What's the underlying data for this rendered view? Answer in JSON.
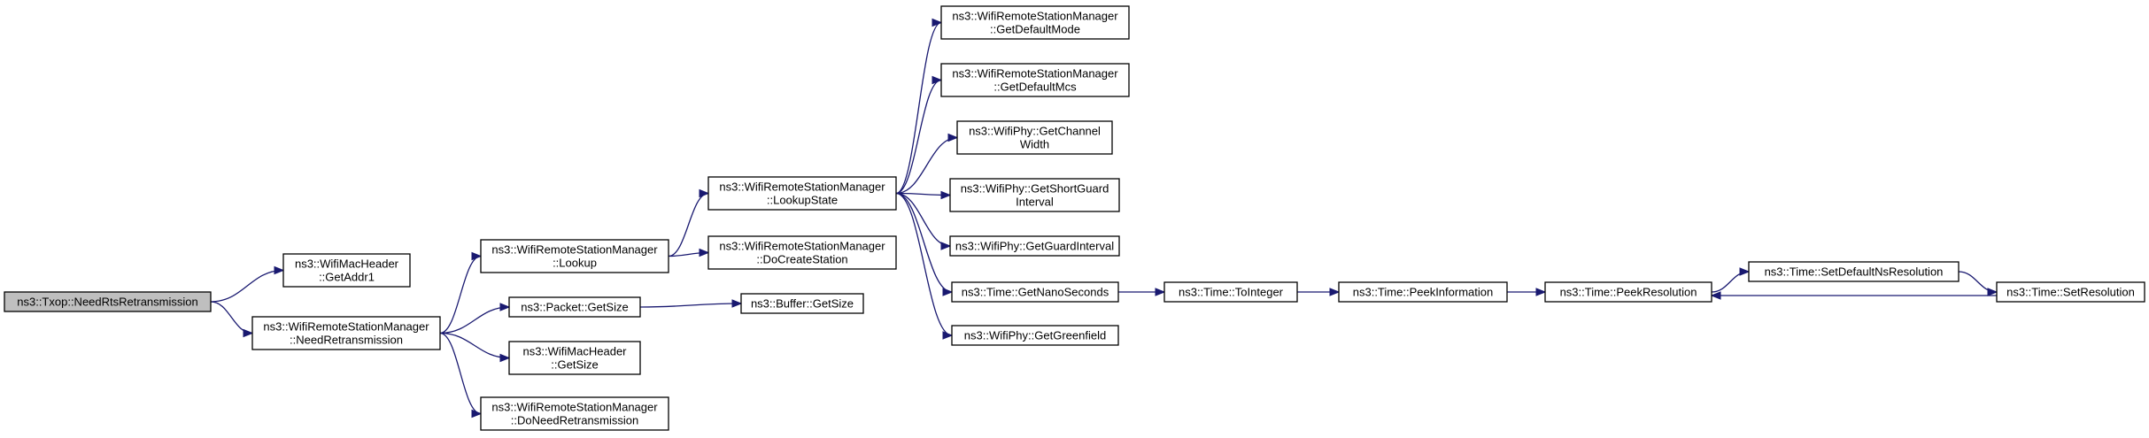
{
  "nodes": [
    {
      "id": "txop",
      "lines": [
        "ns3::Txop::NeedRtsRetransmission"
      ]
    },
    {
      "id": "getaddr1",
      "lines": [
        "ns3::WifiMacHeader",
        "::GetAddr1"
      ]
    },
    {
      "id": "needretx",
      "lines": [
        "ns3::WifiRemoteStationManager",
        "::NeedRetransmission"
      ]
    },
    {
      "id": "lookup",
      "lines": [
        "ns3::WifiRemoteStationManager",
        "::Lookup"
      ]
    },
    {
      "id": "pktsize",
      "lines": [
        "ns3::Packet::GetSize"
      ]
    },
    {
      "id": "hdrsize",
      "lines": [
        "ns3::WifiMacHeader",
        "::GetSize"
      ]
    },
    {
      "id": "doneedretx",
      "lines": [
        "ns3::WifiRemoteStationManager",
        "::DoNeedRetransmission"
      ]
    },
    {
      "id": "lookupstate",
      "lines": [
        "ns3::WifiRemoteStationManager",
        "::LookupState"
      ]
    },
    {
      "id": "docreate",
      "lines": [
        "ns3::WifiRemoteStationManager",
        "::DoCreateStation"
      ]
    },
    {
      "id": "bufsize",
      "lines": [
        "ns3::Buffer::GetSize"
      ]
    },
    {
      "id": "defmode",
      "lines": [
        "ns3::WifiRemoteStationManager",
        "::GetDefaultMode"
      ]
    },
    {
      "id": "defmcs",
      "lines": [
        "ns3::WifiRemoteStationManager",
        "::GetDefaultMcs"
      ]
    },
    {
      "id": "chwidth",
      "lines": [
        "ns3::WifiPhy::GetChannel",
        "Width"
      ]
    },
    {
      "id": "sgi",
      "lines": [
        "ns3::WifiPhy::GetShortGuard",
        "Interval"
      ]
    },
    {
      "id": "gi",
      "lines": [
        "ns3::WifiPhy::GetGuardInterval"
      ]
    },
    {
      "id": "nanosec",
      "lines": [
        "ns3::Time::GetNanoSeconds"
      ]
    },
    {
      "id": "greenfield",
      "lines": [
        "ns3::WifiPhy::GetGreenfield"
      ]
    },
    {
      "id": "tointeger",
      "lines": [
        "ns3::Time::ToInteger"
      ]
    },
    {
      "id": "peekinfo",
      "lines": [
        "ns3::Time::PeekInformation"
      ]
    },
    {
      "id": "peekres",
      "lines": [
        "ns3::Time::PeekResolution"
      ]
    },
    {
      "id": "setdefns",
      "lines": [
        "ns3::Time::SetDefaultNsResolution"
      ]
    },
    {
      "id": "setres",
      "lines": [
        "ns3::Time::SetResolution"
      ]
    }
  ],
  "edges": [
    {
      "from": "txop",
      "to": "getaddr1"
    },
    {
      "from": "txop",
      "to": "needretx"
    },
    {
      "from": "needretx",
      "to": "lookup"
    },
    {
      "from": "needretx",
      "to": "pktsize"
    },
    {
      "from": "needretx",
      "to": "hdrsize"
    },
    {
      "from": "needretx",
      "to": "doneedretx"
    },
    {
      "from": "lookup",
      "to": "lookupstate"
    },
    {
      "from": "lookup",
      "to": "docreate"
    },
    {
      "from": "pktsize",
      "to": "bufsize"
    },
    {
      "from": "lookupstate",
      "to": "defmode"
    },
    {
      "from": "lookupstate",
      "to": "defmcs"
    },
    {
      "from": "lookupstate",
      "to": "chwidth"
    },
    {
      "from": "lookupstate",
      "to": "sgi"
    },
    {
      "from": "lookupstate",
      "to": "gi"
    },
    {
      "from": "lookupstate",
      "to": "nanosec"
    },
    {
      "from": "lookupstate",
      "to": "greenfield"
    },
    {
      "from": "nanosec",
      "to": "tointeger"
    },
    {
      "from": "tointeger",
      "to": "peekinfo"
    },
    {
      "from": "peekinfo",
      "to": "peekres"
    },
    {
      "from": "peekres",
      "to": "setdefns"
    },
    {
      "from": "setdefns",
      "to": "setres"
    },
    {
      "from": "setres",
      "to": "peekres"
    }
  ],
  "colors": {
    "edge": "#191970",
    "root_fill": "#bfbfbf",
    "node_fill": "#ffffff",
    "border": "#000000"
  }
}
